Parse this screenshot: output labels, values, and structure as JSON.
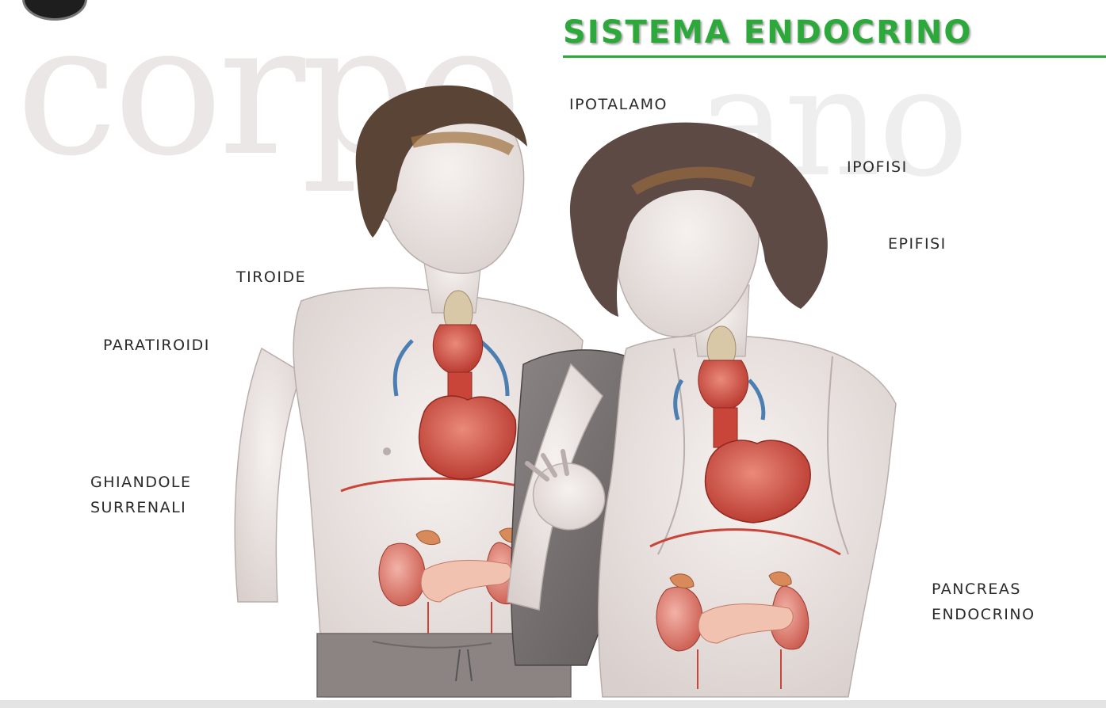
{
  "title": "SISTEMA ENDOCRINO",
  "watermark": {
    "word1": "corpo",
    "word2": "ano"
  },
  "labels": {
    "ipotalamo": "IPOTALAMO",
    "ipofisi": "IPOFISI",
    "epifisi": "EPIFISI",
    "tiroide": "TIROIDE",
    "paratiroidi": "PARATIROIDI",
    "ghiandole_line1": "GHIANDOLE",
    "ghiandole_line2": "SURRENALI",
    "pancreas_line1": "PANCREAS",
    "pancreas_line2": "ENDOCRINO"
  },
  "colors": {
    "title": "#2da83a",
    "label": "#2a2a2a",
    "skin": "#ece6e4",
    "organ": "#cf4a3c",
    "hair": "#5a4436"
  }
}
